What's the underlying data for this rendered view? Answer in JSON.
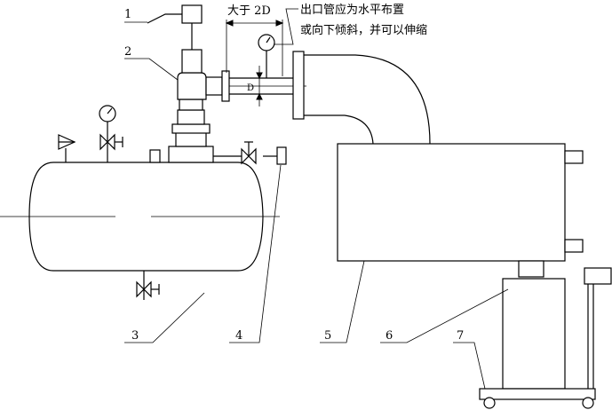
{
  "annotations": {
    "dimension": "大于 2D",
    "pipe_diameter": "D",
    "note_line1": "出口管应为水平布置",
    "note_line2": "或向下倾斜，并可以伸缩"
  },
  "labels": {
    "n1": "1",
    "n2": "2",
    "n3": "3",
    "n4": "4",
    "n5": "5",
    "n6": "6",
    "n7": "7"
  }
}
